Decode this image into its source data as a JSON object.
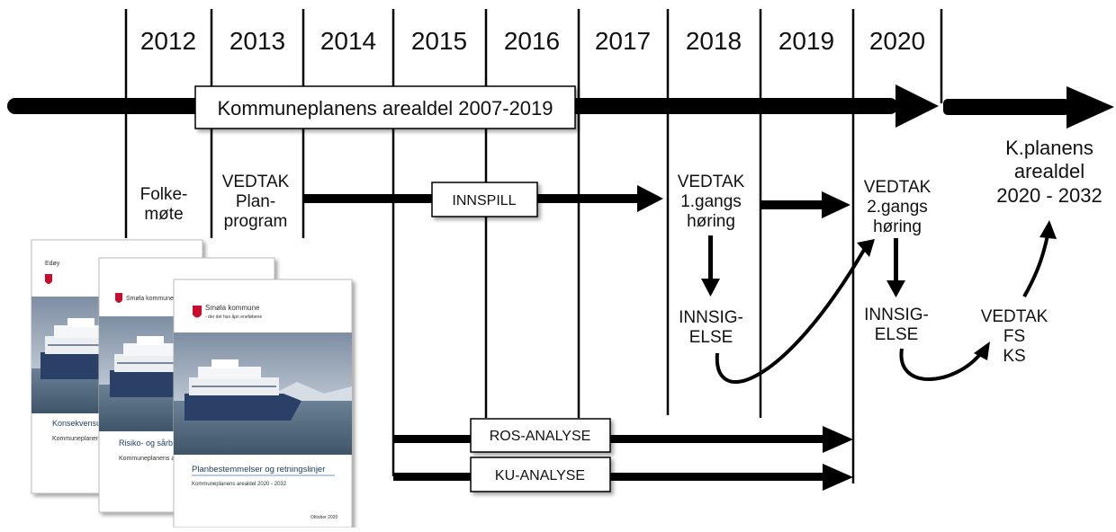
{
  "years": [
    "2012",
    "2013",
    "2014",
    "2015",
    "2016",
    "2017",
    "2018",
    "2019",
    "2020"
  ],
  "main_bar_label": "Kommuneplanens arealdel 2007-2019",
  "folkemote": [
    "Folke-",
    "møte"
  ],
  "vedtak_planprogram": [
    "VEDTAK",
    "Plan-",
    "program"
  ],
  "innspill": "INNSPILL",
  "vedtak_1gangs": [
    "VEDTAK",
    "1.gangs",
    "høring"
  ],
  "innsigelse_1": [
    "INNSIG-",
    "ELSE"
  ],
  "vedtak_2gangs": [
    "VEDTAK",
    "2.gangs",
    "høring"
  ],
  "innsigelse_2": [
    "INNSIG-",
    "ELSE"
  ],
  "vedtak_fs_ks": [
    "VEDTAK",
    "FS",
    "KS"
  ],
  "new_plan": [
    "K.planens",
    "arealdel",
    "2020 - 2032"
  ],
  "ros_analyse": "ROS-ANALYSE",
  "ku_analyse": "KU-ANALYSE",
  "documents": {
    "doc1": {
      "org": "Edøy",
      "title": "Konsekvensut",
      "subtitle": "Kommuneplanens arealde"
    },
    "doc2": {
      "org": "Smøla kommune",
      "title": "Risiko- og sårbar",
      "subtitle": "Kommuneplanens arealdel"
    },
    "doc3": {
      "org": "Smøla kommune",
      "tagline": "- der det hav åpn eneføbene",
      "title": "Planbestemmelser og retningslinjer",
      "subtitle": "Kommuneplanens arealdel 2020 - 2032",
      "date": "Oktober 2020"
    }
  },
  "colors": {
    "line": "#000000",
    "sky": "#9fb0c2",
    "sea": "#5d7488",
    "ship_hull": "#2b3f66",
    "logo_red": "#c8102e",
    "title_blue": "#1b3a5c"
  }
}
